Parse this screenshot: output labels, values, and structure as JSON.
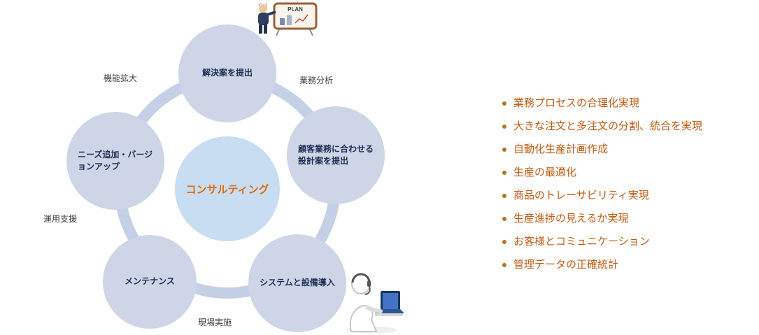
{
  "diagram": {
    "center_label": "コンサルティング",
    "nodes": [
      {
        "label": "解決案を提出"
      },
      {
        "label": "顧客業務に合わせる\n設計案を提出"
      },
      {
        "label": "システムと設備導入"
      },
      {
        "label": "メンテナンス"
      },
      {
        "label": "ニーズ追加・バージョンアップ"
      }
    ],
    "edge_labels": {
      "top_left": "機能拡大",
      "top_right": "業務分析",
      "left": "運用支援",
      "bottom": "現場実施"
    },
    "illustrations": {
      "plan_board_label": "PLAN"
    },
    "colors": {
      "node_fill": "#cdd5e7",
      "center_fill": "#c8dcf2",
      "ring": "#c5d0e6",
      "center_text": "#e36c09",
      "node_text": "#1f2f55",
      "bullet_text": "#c55a11"
    }
  },
  "bullets": {
    "items": [
      "業務プロセスの合理化実現",
      "大きな注文と多注文の分割、統合を実現",
      "自動化生産計画作成",
      "生産の最適化",
      "商品のトレーサビリティ実現",
      "生産進捗の見えるか実現",
      "お客様とコミュニケーション",
      "管理データの正確統計"
    ]
  }
}
